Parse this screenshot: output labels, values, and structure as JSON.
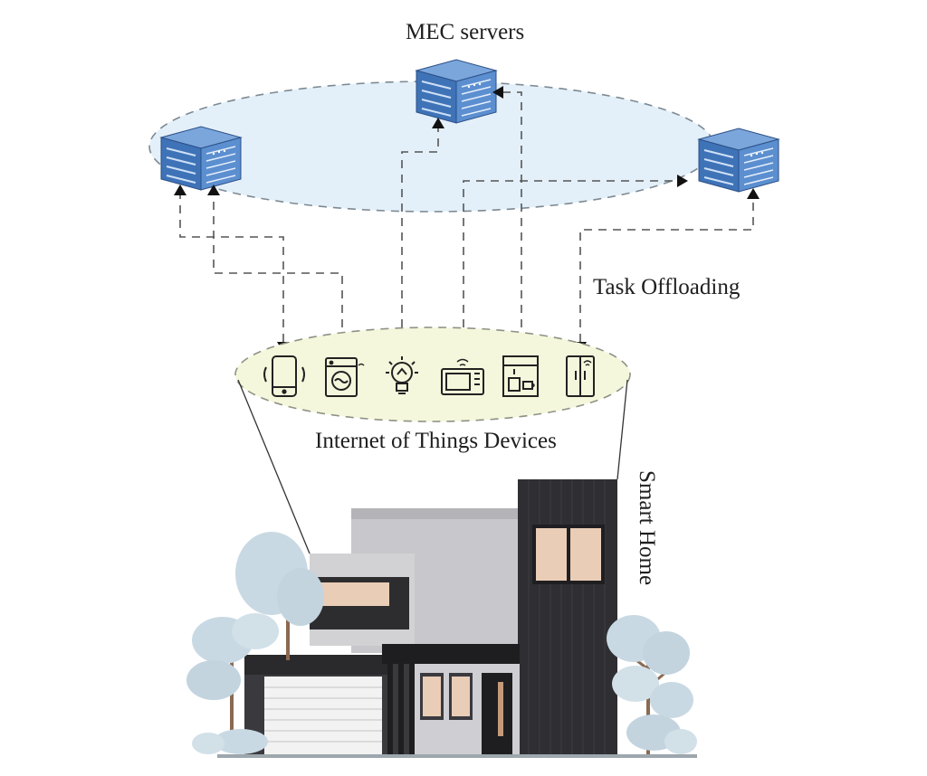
{
  "labels": {
    "mec_servers": "MEC servers",
    "task_offloading": "Task Offloading",
    "iot_devices": "Internet of Things Devices",
    "smart_home": "Smart Home"
  },
  "servers": [
    {
      "name": "mec-server-left",
      "icon": "server-rack-icon"
    },
    {
      "name": "mec-server-top",
      "icon": "server-rack-icon"
    },
    {
      "name": "mec-server-right",
      "icon": "server-rack-icon"
    }
  ],
  "devices": [
    {
      "name": "smartphone",
      "icon": "smartphone-icon"
    },
    {
      "name": "washing-machine",
      "icon": "washing-machine-icon"
    },
    {
      "name": "smart-bulb",
      "icon": "light-bulb-icon"
    },
    {
      "name": "microwave",
      "icon": "microwave-icon"
    },
    {
      "name": "coffee-maker",
      "icon": "coffee-maker-icon"
    },
    {
      "name": "refrigerator",
      "icon": "refrigerator-icon"
    }
  ],
  "colors": {
    "server_cloud": "#e4f0f9",
    "iot_zone": "#f5f7dc",
    "server_blue": "#4a7fc1",
    "tree": "#c9d9e3",
    "house_dark": "#2f2f33",
    "house_light_gray": "#c8c8cc",
    "window_glass": "#e9cdb7"
  }
}
